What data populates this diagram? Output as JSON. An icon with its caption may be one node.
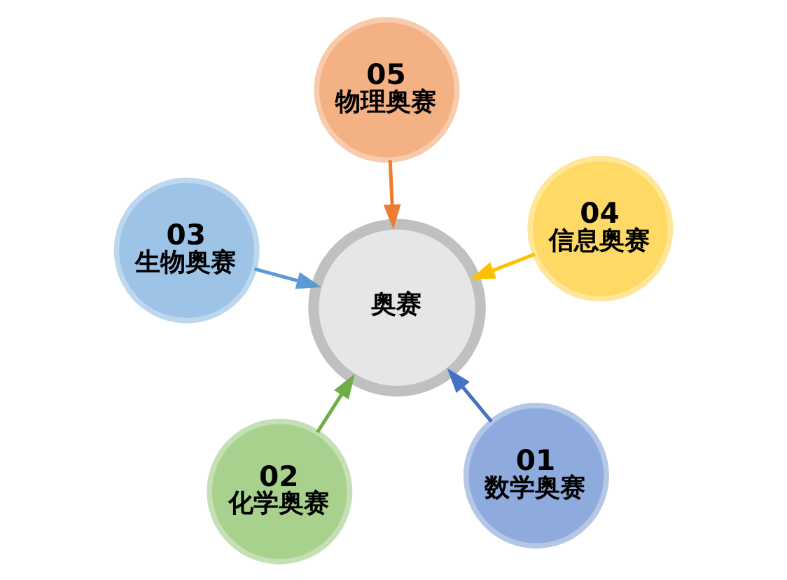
{
  "diagram": {
    "nodes": [
      {
        "text": [
          "奥赛"
        ]
      },
      {
        "text": [
          "01",
          "数学奥赛"
        ]
      },
      {
        "text": [
          "02",
          "化学奥赛"
        ]
      },
      {
        "text": [
          "03",
          "生物奥赛"
        ]
      },
      {
        "text": [
          "04",
          "信息奥赛"
        ]
      },
      {
        "text": [
          "05",
          "物理奥赛"
        ]
      }
    ],
    "edges": [
      {
        "from": 1,
        "to": 0,
        "arrow": "to",
        "color": "#4472c4"
      },
      {
        "from": 2,
        "to": 0,
        "arrow": "to",
        "color": "#70ad47"
      },
      {
        "from": 3,
        "to": 0,
        "arrow": "to",
        "color": "#5b9bd5"
      },
      {
        "from": 4,
        "to": 0,
        "arrow": "to",
        "color": "#ffc000"
      },
      {
        "from": 5,
        "to": 0,
        "arrow": "to",
        "color": "#ed7d31"
      }
    ]
  }
}
